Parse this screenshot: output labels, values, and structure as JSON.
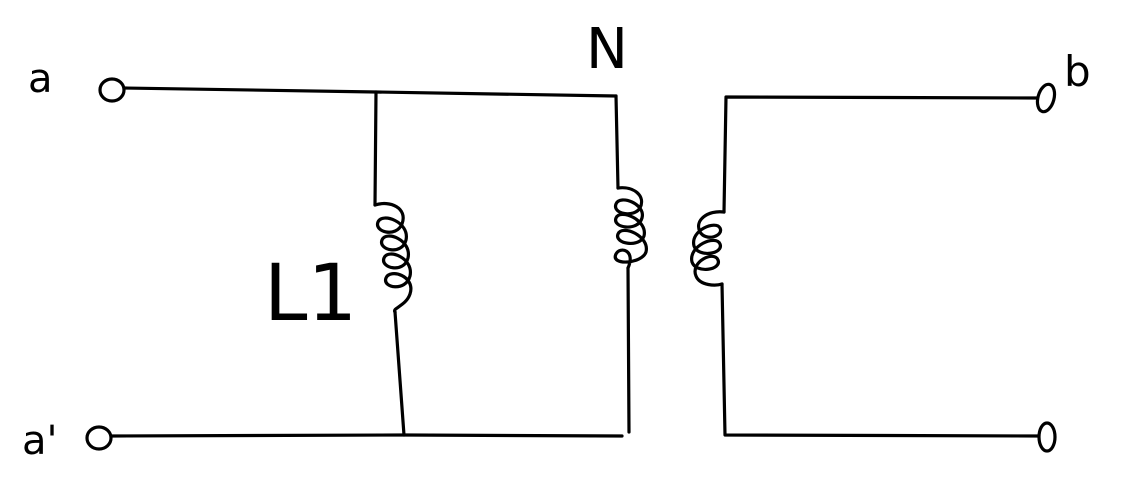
{
  "labels": {
    "terminal_a": "a",
    "terminal_a_prime": "a'",
    "terminal_b": "b",
    "turns_ratio": "N",
    "inductor_l1": "L1"
  },
  "colors": {
    "ink": "#000000",
    "background": "#ffffff"
  }
}
